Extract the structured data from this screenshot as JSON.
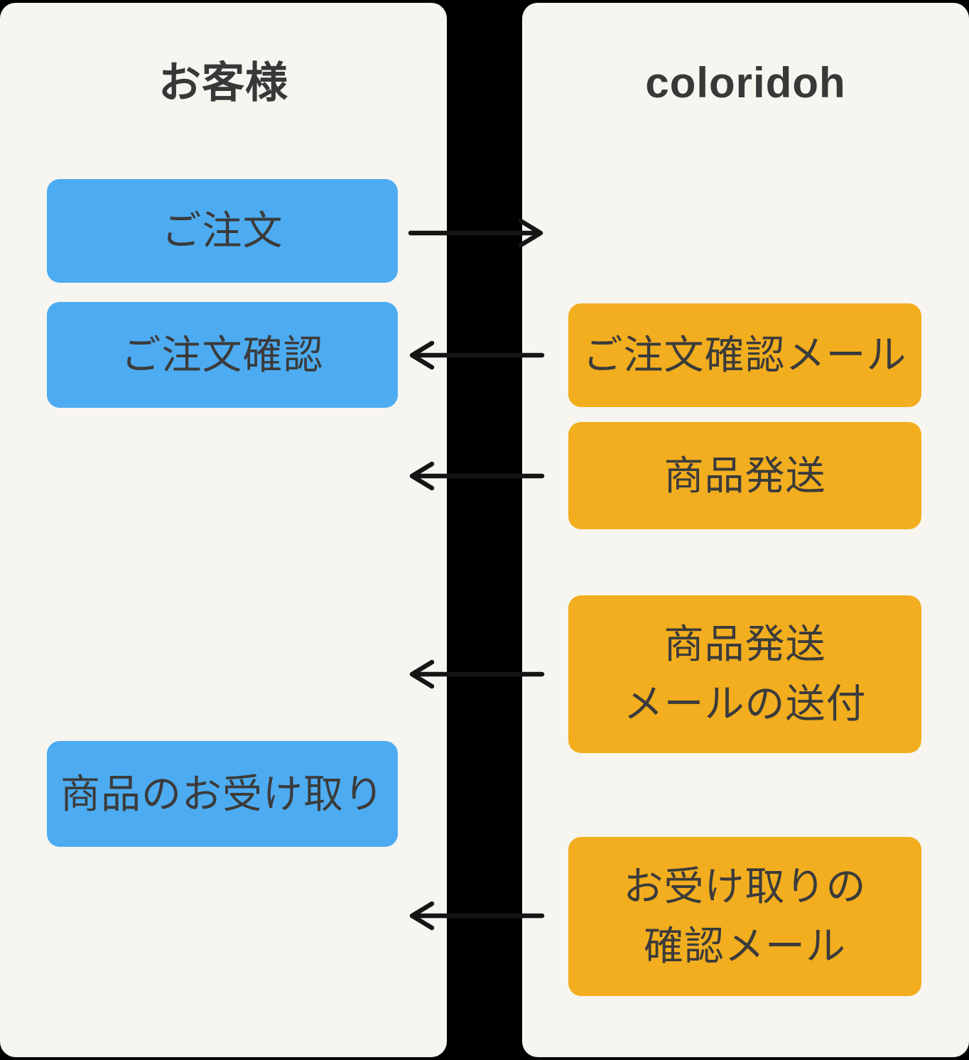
{
  "diagram": {
    "customer": {
      "title": "お客様",
      "boxes": [
        {
          "label": "ご注文"
        },
        {
          "label": "ご注文確認"
        },
        {
          "label": "商品のお受け取り"
        }
      ]
    },
    "company": {
      "title": "coloridoh",
      "boxes": [
        {
          "label": "ご注文確認メール"
        },
        {
          "label": "商品発送"
        },
        {
          "label": "商品発送\nメールの送付"
        },
        {
          "label": "お受け取りの\n確認メール"
        }
      ]
    },
    "arrows": [
      {
        "name": "order",
        "from": "customer",
        "to": "company",
        "direction": "right"
      },
      {
        "name": "order-confirmation-mail",
        "from": "company",
        "to": "customer",
        "direction": "left"
      },
      {
        "name": "product-shipping",
        "from": "company",
        "to": "customer",
        "direction": "left"
      },
      {
        "name": "shipping-mail",
        "from": "company",
        "to": "customer",
        "direction": "left"
      },
      {
        "name": "receipt-confirmation-mail",
        "from": "company",
        "to": "customer",
        "direction": "left"
      }
    ],
    "colors": {
      "panel_background": "#F7F5F0",
      "customer_box": "#4DACF1",
      "company_box": "#F2AE1E",
      "text": "#3B3B3B",
      "arrow": "#151515"
    }
  }
}
